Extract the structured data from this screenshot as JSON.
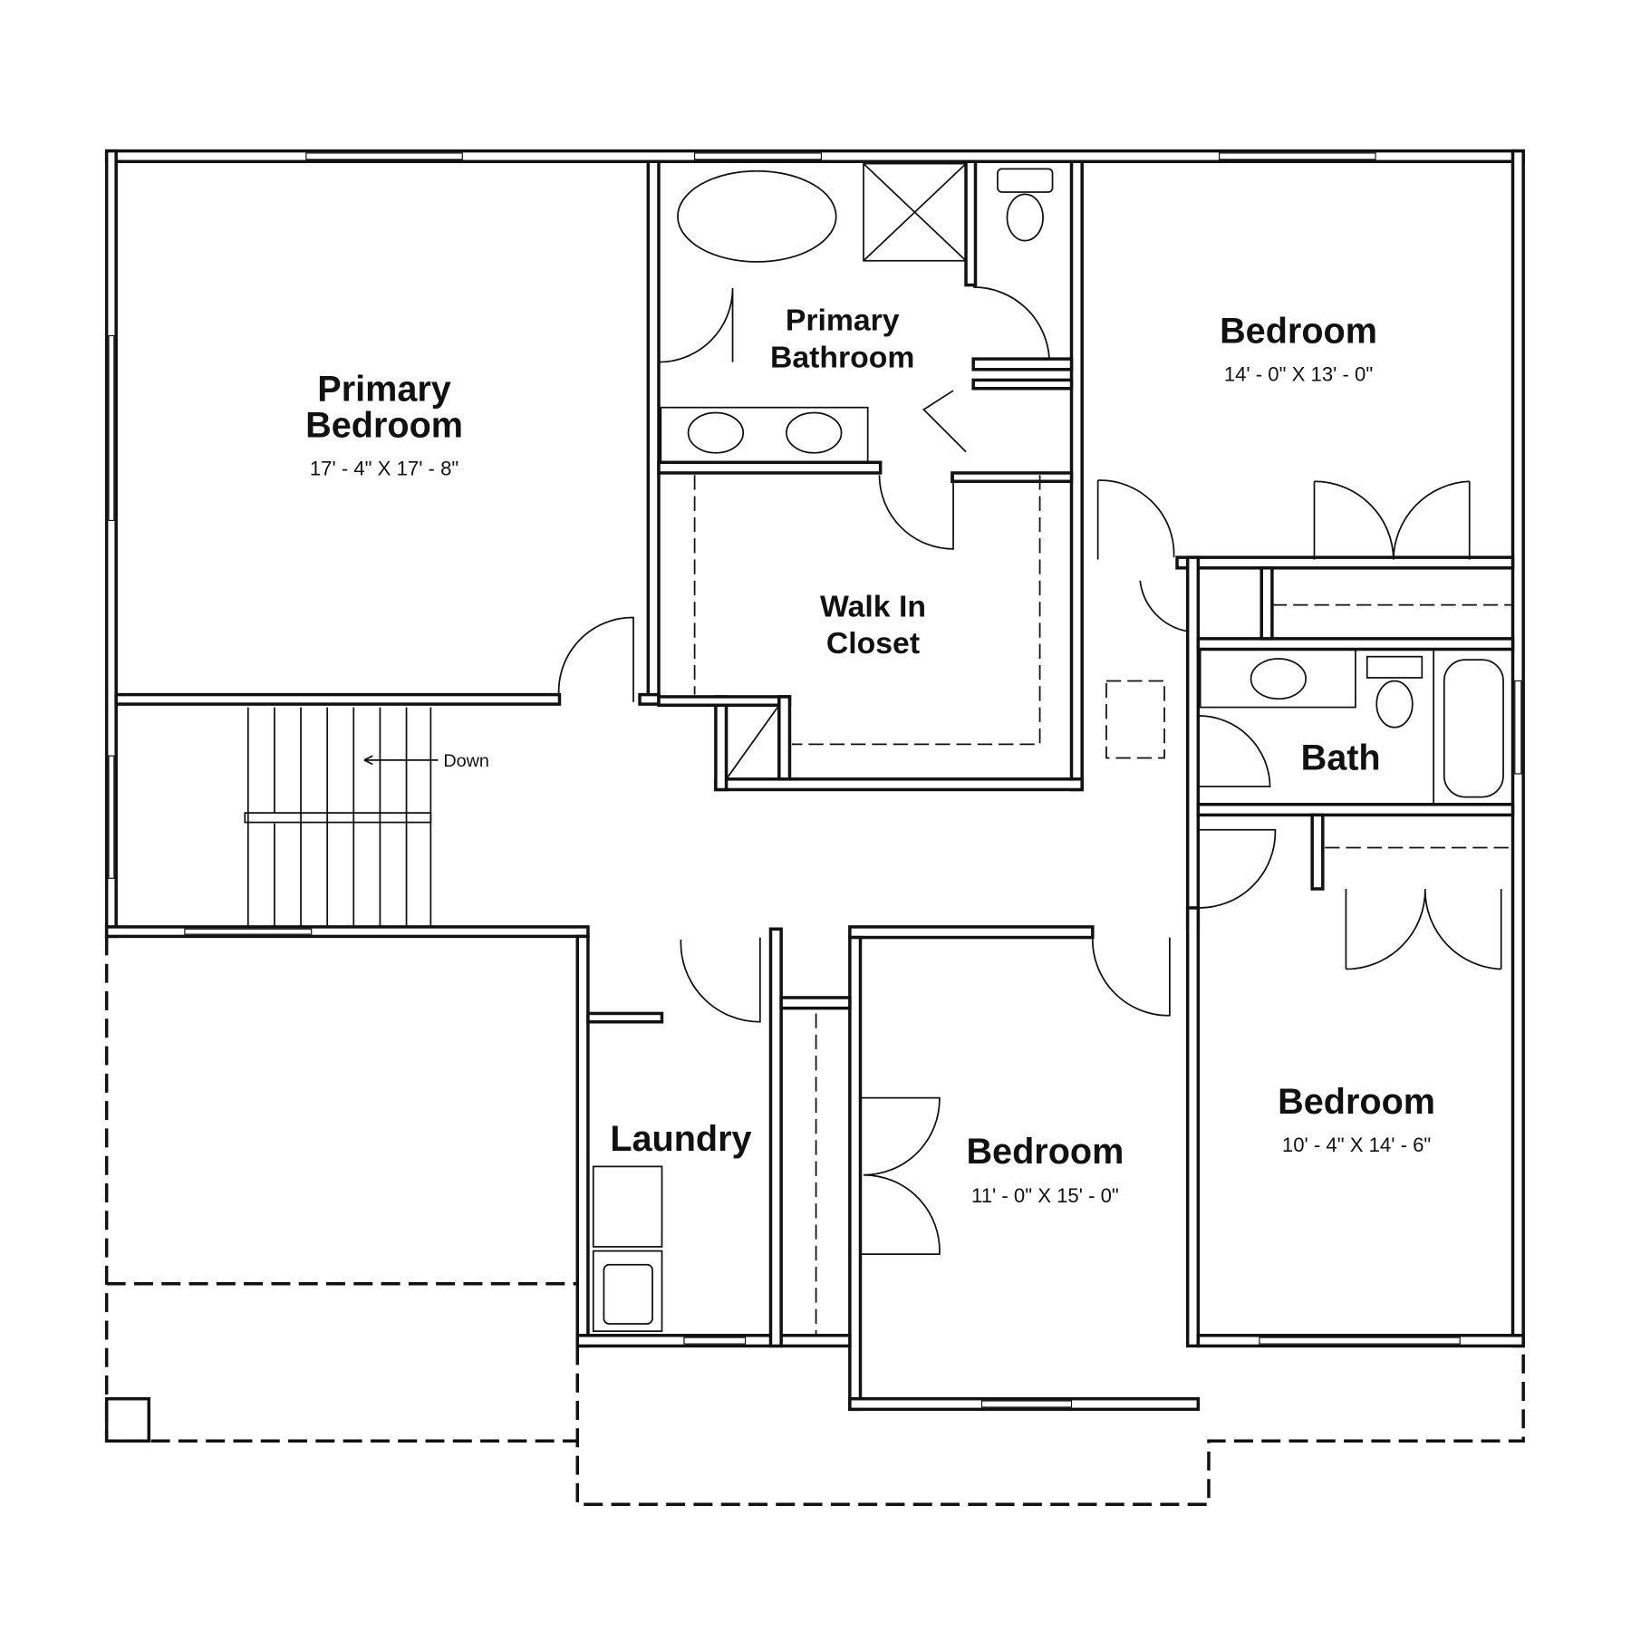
{
  "rooms": {
    "primary_bedroom": {
      "name_line1": "Primary",
      "name_line2": "Bedroom",
      "dims": "17' - 4\"  X  17' - 8\""
    },
    "primary_bathroom": {
      "name_line1": "Primary",
      "name_line2": "Bathroom"
    },
    "walk_in_closet": {
      "name_line1": "Walk In",
      "name_line2": "Closet"
    },
    "bedroom_ne": {
      "name": "Bedroom",
      "dims": "14' - 0\"  X  13' - 0\""
    },
    "bath": {
      "name": "Bath"
    },
    "laundry": {
      "name": "Laundry"
    },
    "bedroom_s": {
      "name": "Bedroom",
      "dims": "11' - 0\"  X  15' - 0\""
    },
    "bedroom_se": {
      "name": "Bedroom",
      "dims": "10' - 4\"  X  14' - 6\""
    }
  },
  "stairs": {
    "label": "Down"
  }
}
